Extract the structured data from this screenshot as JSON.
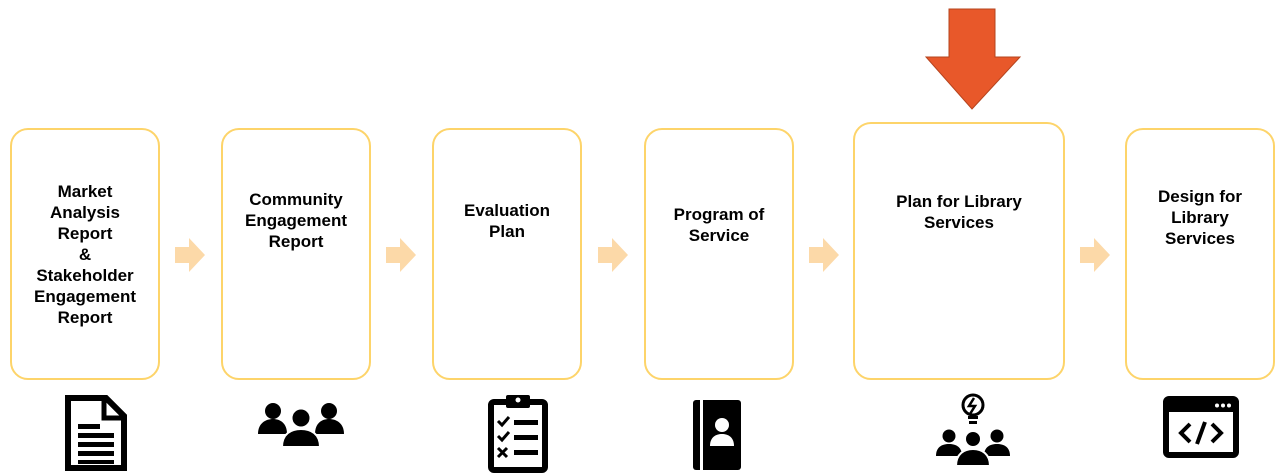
{
  "steps": [
    {
      "label": "Market\nAnalysis\nReport\n&\nStakeholder\nEngagement\nReport",
      "icon": "document-icon"
    },
    {
      "label": "Community\nEngagement\nReport",
      "icon": "people-group-icon"
    },
    {
      "label": "Evaluation\nPlan",
      "icon": "checklist-icon"
    },
    {
      "label": "Program of\nService",
      "icon": "contact-book-icon"
    },
    {
      "label": "Plan for Library\nServices",
      "icon": "idea-team-icon"
    },
    {
      "label": "Design for\nLibrary\nServices",
      "icon": "code-window-icon"
    }
  ],
  "current_step": 5,
  "colors": {
    "box_border": "#fdd46a",
    "connector_arrow": "#fcd9a8",
    "pointer_arrow": "#e8582a",
    "pointer_outline": "#b5441e",
    "icon": "#000000"
  }
}
